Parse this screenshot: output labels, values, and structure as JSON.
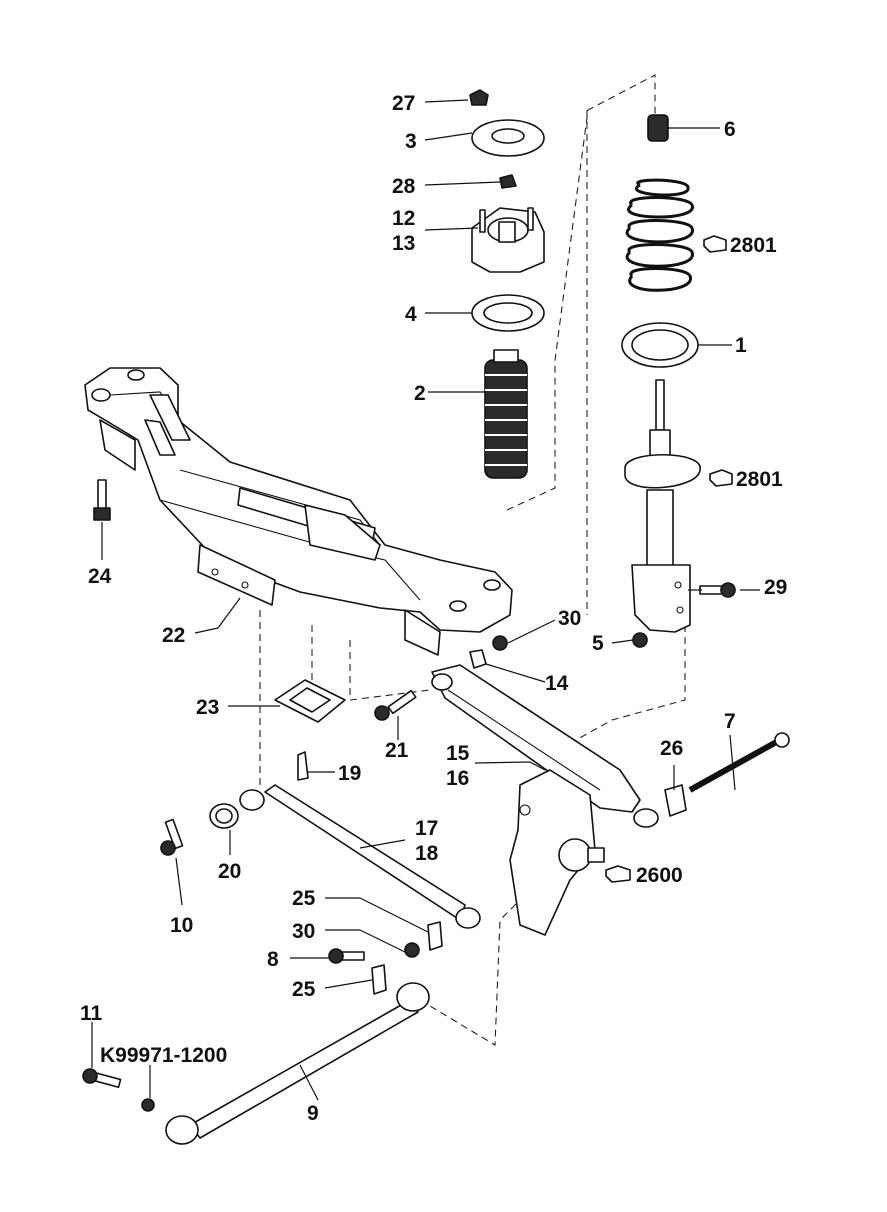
{
  "callouts": {
    "c27": "27",
    "c3": "3",
    "c28": "28",
    "c12": "12",
    "c13": "13",
    "c4": "4",
    "c2": "2",
    "c6": "6",
    "c2801a": "2801",
    "c1": "1",
    "c2801b": "2801",
    "c29": "29",
    "c30a": "30",
    "c5": "5",
    "c14": "14",
    "c24": "24",
    "c22": "22",
    "c23": "23",
    "c21": "21",
    "c15": "15",
    "c16": "16",
    "c7": "7",
    "c26": "26",
    "c19": "19",
    "c17": "17",
    "c18": "18",
    "c20": "20",
    "c10": "10",
    "c2600": "2600",
    "c25a": "25",
    "c30b": "30",
    "c8": "8",
    "c25b": "25",
    "c11": "11",
    "k99971": "K99971-1200",
    "c9": "9"
  },
  "icons": [
    "pointer-hand-icon"
  ]
}
